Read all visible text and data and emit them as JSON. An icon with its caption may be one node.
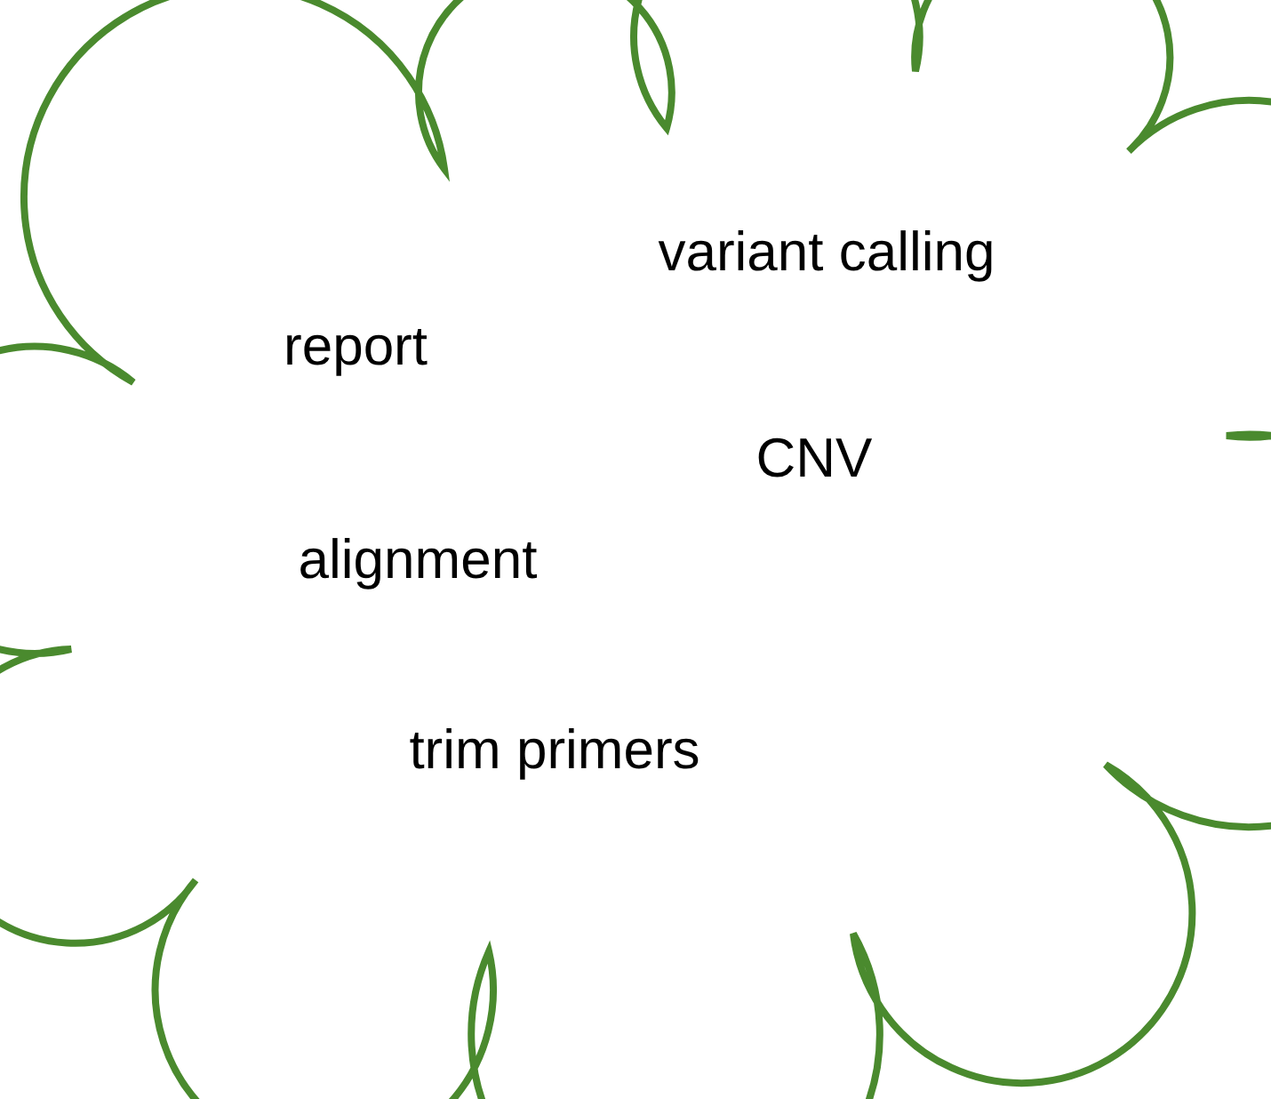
{
  "diagram": {
    "nodes": [
      {
        "text": [
          "variant calling",
          "report",
          "CNV",
          "alignment",
          "trim primers"
        ]
      }
    ]
  }
}
